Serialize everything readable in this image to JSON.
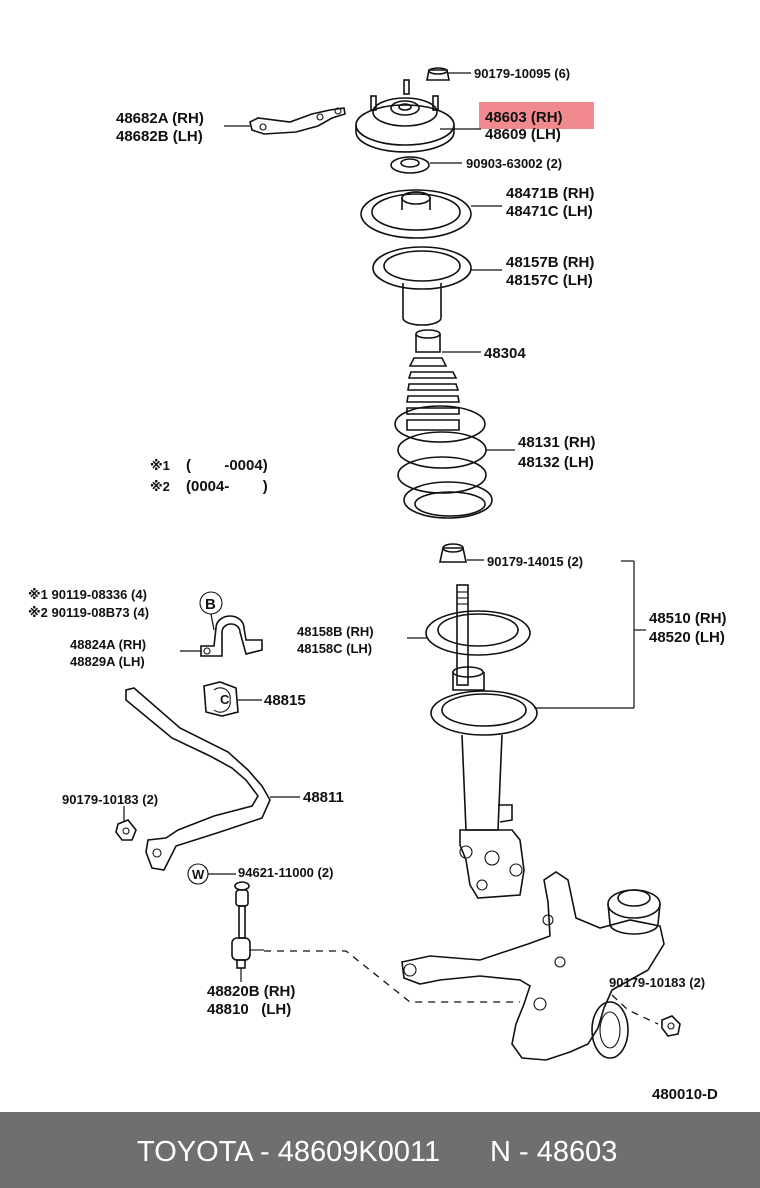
{
  "labels": {
    "nut_top": "90179-10095 (6)",
    "mount_rh": "48603 (RH)",
    "mount_lh": "48609 (LH)",
    "bracket_rh": "48682A (RH)",
    "bracket_lh": "48682B (LH)",
    "bearing": "90903-63002 (2)",
    "upper_seat_rh": "48471B (RH)",
    "upper_seat_lh": "48471C (LH)",
    "insulator_rh": "48157B (RH)",
    "insulator_lh": "48157C (LH)",
    "bumper": "48304",
    "spring_rh": "48131 (RH)",
    "spring_lh": "48132 (LH)",
    "note1_mark": "※1",
    "note1_text": "(        -0004)",
    "note2_mark": "※2",
    "note2_text": "(0004-        )",
    "strut_nut": "90179-14015 (2)",
    "strut_rh": "48510 (RH)",
    "strut_lh": "48520 (LH)",
    "lower_seat_rh": "48158B (RH)",
    "lower_seat_lh": "48158C (LH)",
    "bolt1": "※1 90119-08336 (4)",
    "bolt2": "※2 90119-08B73 (4)",
    "stab_bracket_rh": "48824A (RH)",
    "stab_bracket_lh": "48829A (LH)",
    "bushing": "48815",
    "stab_bar": "48811",
    "stab_nut": "90179-10183 (2)",
    "washer_nut": "94621-11000 (2)",
    "link_rh": "48820B (RH)",
    "link_lh": "48810   (LH)",
    "knuckle_nut": "90179-10183 (2)",
    "diagram_code": "480010-D",
    "callout_b": "B",
    "callout_c": "C",
    "callout_w": "W"
  },
  "highlight": {
    "label": "48603 (RH)",
    "color": "#f08a8e"
  },
  "footer": {
    "brand_part": "TOYOTA - 48609K0011",
    "ref": "N - 48603",
    "background": "#6f6f6f"
  }
}
